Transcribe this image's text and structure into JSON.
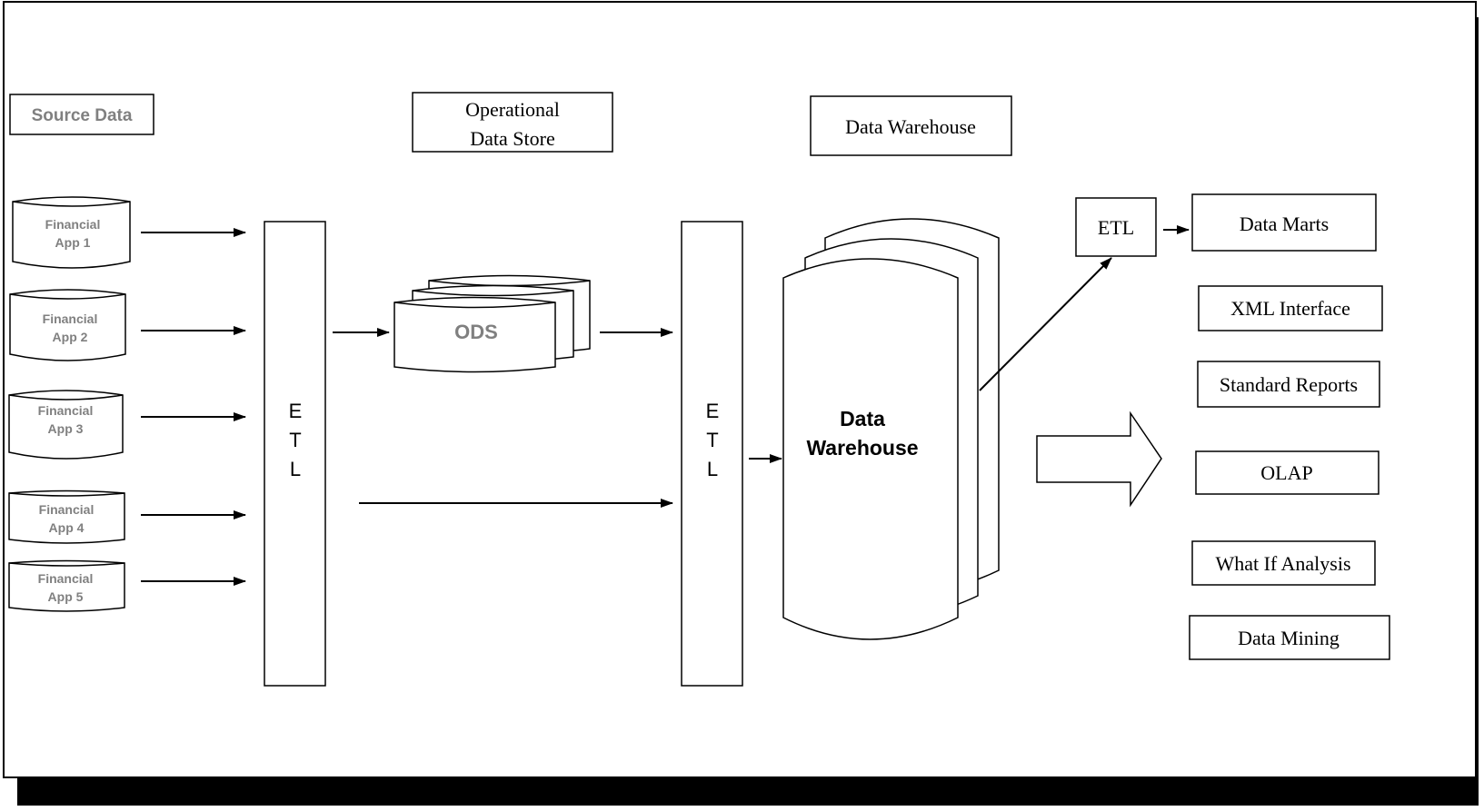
{
  "headers": {
    "source_data": "Source Data",
    "ods_line1": "Operational",
    "ods_line2": "Data Store",
    "data_warehouse": "Data Warehouse"
  },
  "sources": [
    {
      "line1": "Financial",
      "line2": "App  1"
    },
    {
      "line1": "Financial",
      "line2": "App 2"
    },
    {
      "line1": "Financial",
      "line2": "App 3"
    },
    {
      "line1": "Financial",
      "line2": "App 4"
    },
    {
      "line1": "Financial",
      "line2": "App 5"
    }
  ],
  "etl1": {
    "l1": "E",
    "l2": "T",
    "l3": "L"
  },
  "etl2": {
    "l1": "E",
    "l2": "T",
    "l3": "L"
  },
  "ods": "ODS",
  "warehouse": {
    "line1": "Data",
    "line2": "Warehouse"
  },
  "etl_small": "ETL",
  "outputs": {
    "data_marts": "Data Marts",
    "xml_interface": "XML Interface",
    "standard_reports": "Standard Reports",
    "olap": "OLAP",
    "what_if": "What If Analysis",
    "data_mining": "Data Mining"
  },
  "colors": {
    "gray_text": "#808080",
    "line": "#000000"
  }
}
